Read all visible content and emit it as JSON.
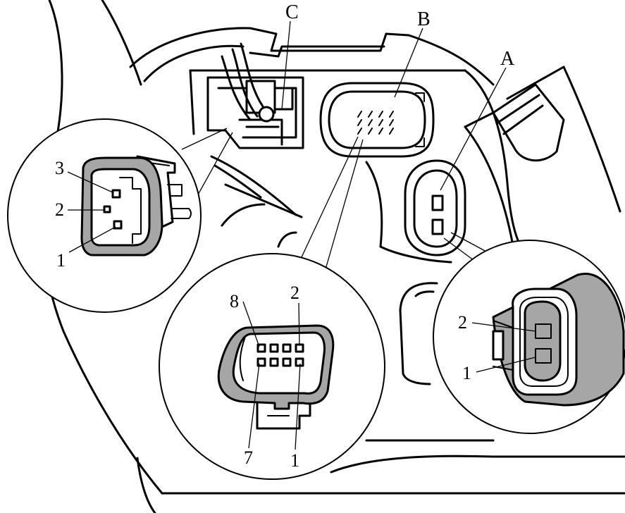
{
  "labels": {
    "connector_a": "A",
    "connector_b": "B",
    "connector_c": "C"
  },
  "pins": {
    "c": {
      "p3": "3",
      "p2": "2",
      "p1": "1"
    },
    "b": {
      "p8": "8",
      "p2": "2",
      "p7": "7",
      "p1": "1"
    },
    "a": {
      "p2": "2",
      "p1": "1"
    }
  },
  "colors": {
    "line": "#000000",
    "connector_fill": "#a6a6a6",
    "background": "#ffffff"
  }
}
